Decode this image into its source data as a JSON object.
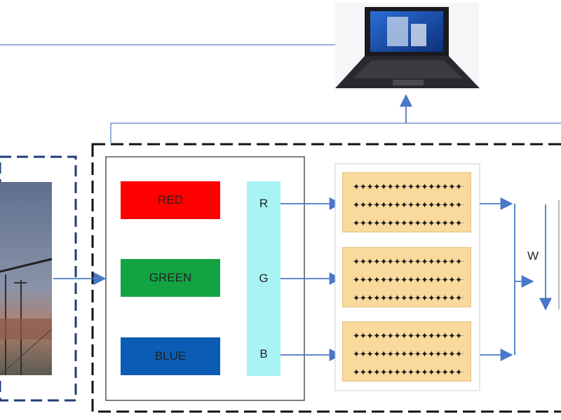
{
  "channels": {
    "red_label": "RED",
    "green_label": "GREEN",
    "blue_label": "BLUE",
    "r": "R",
    "g": "G",
    "b": "B"
  },
  "kernel_rows": {
    "pattern": "✦✦✦✦✦✦✦✦✦✦✦✦✦✦✦✦✦✦✦✦"
  },
  "weight_label": "W",
  "colors": {
    "red": "#ff0000",
    "green": "#14a343",
    "blue": "#0b5cb5",
    "channel_strip": "#a8f3f4",
    "kernel_fill": "#f9d99c",
    "arrow": "#4a78c8",
    "dashed_blue": "#1f3d7a"
  },
  "icons": [
    "laptop-icon",
    "photo-thumbnail"
  ]
}
